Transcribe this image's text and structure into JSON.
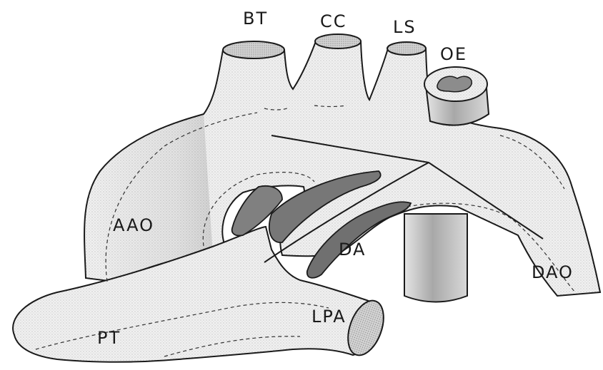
{
  "labels": {
    "bt": "BT",
    "cc": "CC",
    "ls": "LS",
    "oe": "OE",
    "aao": "AAO",
    "da": "DA",
    "dao": "DAO",
    "pt": "PT",
    "lpa": "LPA"
  }
}
